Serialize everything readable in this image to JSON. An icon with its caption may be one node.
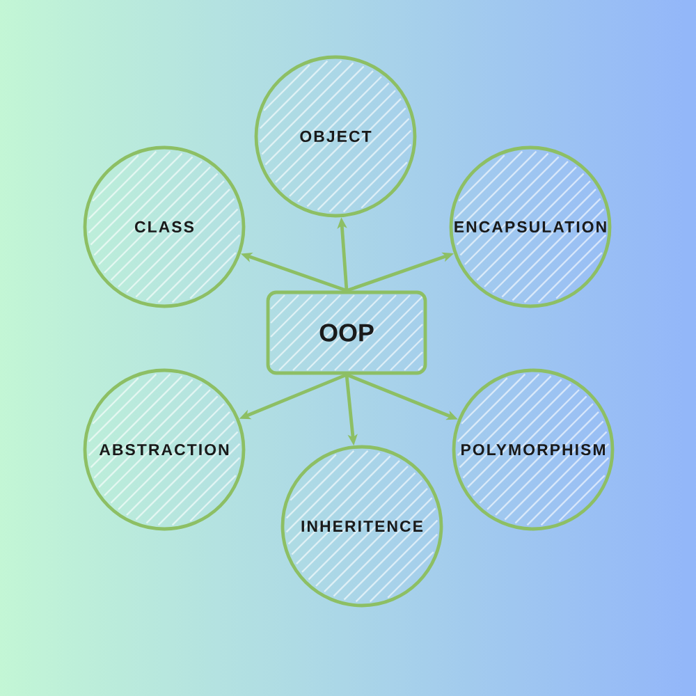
{
  "diagram": {
    "nodes": [
      {
        "text": [
          "OBJECT"
        ]
      },
      {
        "text": [
          "CLASS"
        ]
      },
      {
        "text": [
          "ENCAPSULATION"
        ]
      },
      {
        "text": [
          "OOP"
        ]
      },
      {
        "text": [
          "ABSTRACTION"
        ]
      },
      {
        "text": [
          "POLYMORPHISM"
        ]
      },
      {
        "text": [
          "INHERITENCE"
        ]
      }
    ],
    "edges": [
      {
        "from": 3,
        "to": 0,
        "arrow": "to"
      },
      {
        "from": 3,
        "to": 1,
        "arrow": "to"
      },
      {
        "from": 3,
        "to": 2,
        "arrow": "to"
      },
      {
        "from": 3,
        "to": 4,
        "arrow": "to"
      },
      {
        "from": 3,
        "to": 6,
        "arrow": "to"
      },
      {
        "from": 3,
        "to": 5,
        "arrow": "to"
      }
    ]
  }
}
